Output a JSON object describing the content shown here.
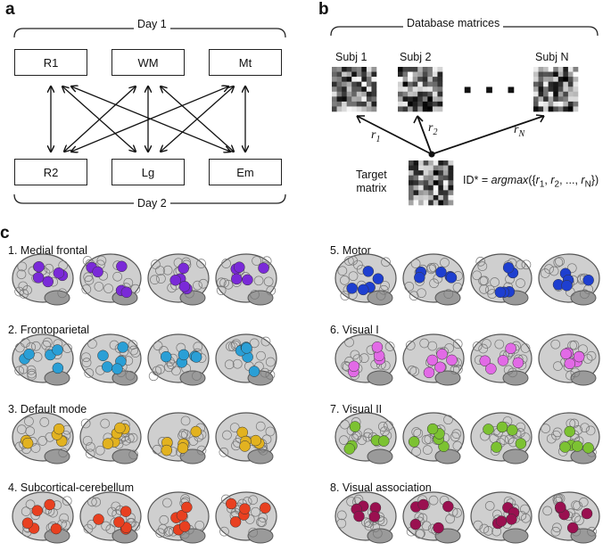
{
  "panel_a": {
    "label": "a",
    "day1": "Day 1",
    "day2": "Day 2",
    "top_boxes": [
      "R1",
      "WM",
      "Mt"
    ],
    "bottom_boxes": [
      "R2",
      "Lg",
      "Em"
    ]
  },
  "panel_b": {
    "label": "b",
    "database": "Database matrices",
    "subjects": [
      "Subj 1",
      "Subj 2",
      "Subj N"
    ],
    "ellipsis": "■ ■ ■",
    "r_symbol": "r",
    "r_subs": [
      "1",
      "2",
      "N"
    ],
    "target_line1": "Target",
    "target_line2": "matrix",
    "formula_pre": "ID* = ",
    "formula_fn": "argmax",
    "formula_open": "({",
    "formula_mid": ", ..., ",
    "formula_close": "})"
  },
  "panel_c": {
    "label": "c",
    "networks": [
      {
        "title": "1.  Medial frontal",
        "color": "#7a2ad8"
      },
      {
        "title": "2. Frontoparietal",
        "color": "#2a9fd6"
      },
      {
        "title": "3. Default mode",
        "color": "#e2b220"
      },
      {
        "title": "4. Subcortical-cerebellum",
        "color": "#e84020"
      },
      {
        "title": "5. Motor",
        "color": "#1e3fd0"
      },
      {
        "title": "6. Visual I",
        "color": "#e26ae6"
      },
      {
        "title": "7. Visual II",
        "color": "#7cc232"
      },
      {
        "title": "8. Visual association",
        "color": "#9a1050"
      }
    ]
  }
}
